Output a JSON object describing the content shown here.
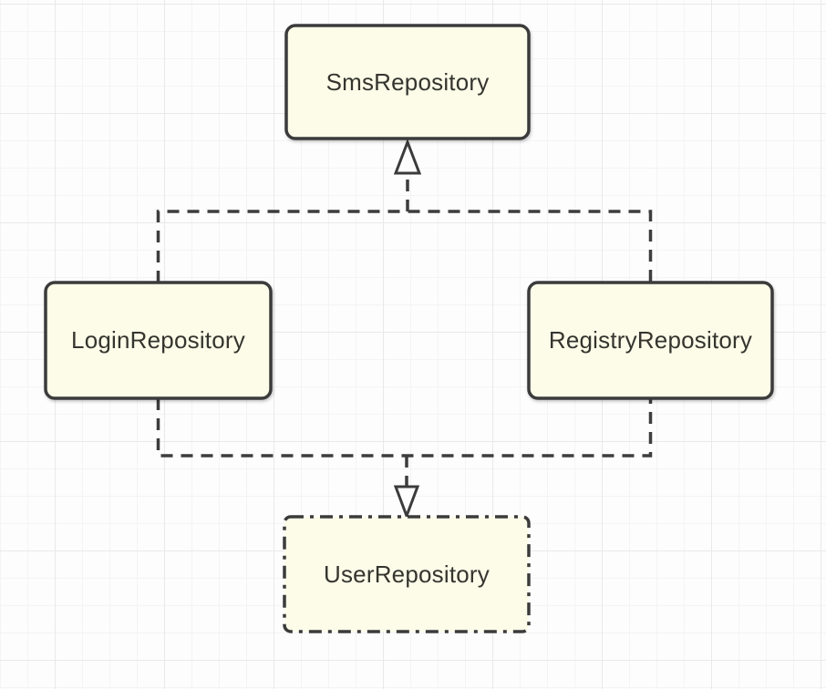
{
  "diagram": {
    "type": "class-dependency-diagram",
    "background": "grid-paper"
  },
  "nodes": {
    "sms": {
      "label": "SmsRepository",
      "border_style": "solid"
    },
    "login": {
      "label": "LoginRepository",
      "border_style": "solid"
    },
    "registry": {
      "label": "RegistryRepository",
      "border_style": "solid"
    },
    "user": {
      "label": "UserRepository",
      "border_style": "dash-dot"
    }
  },
  "edges": [
    {
      "from": "LoginRepository",
      "to": "SmsRepository",
      "line": "dashed",
      "arrowhead": "hollow-triangle"
    },
    {
      "from": "RegistryRepository",
      "to": "SmsRepository",
      "line": "dashed",
      "arrowhead": "hollow-triangle"
    },
    {
      "from": "LoginRepository",
      "to": "UserRepository",
      "line": "dashed",
      "arrowhead": "hollow-triangle"
    },
    {
      "from": "RegistryRepository",
      "to": "UserRepository",
      "line": "dashed",
      "arrowhead": "hollow-triangle"
    }
  ],
  "colors": {
    "background": "#fdfdfd",
    "grid_minor": "#f4f4f4",
    "grid_major": "#e9e9e9",
    "node_fill": "#fcfce9",
    "stroke": "#3b3b3b",
    "text": "#35352f"
  }
}
